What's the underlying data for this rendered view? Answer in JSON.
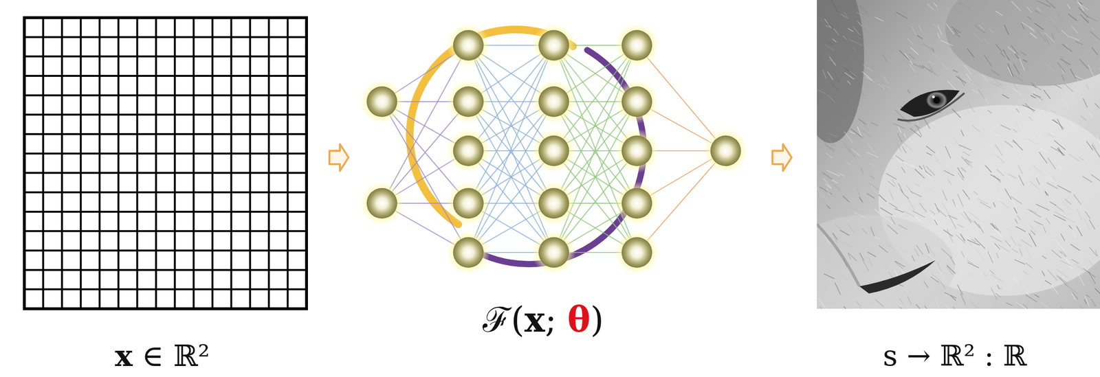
{
  "diagram": {
    "labels": [
      "x ∈ ℝ²",
      "ℱ(x; θ)",
      "s → ℝ² : ℝ"
    ]
  }
}
